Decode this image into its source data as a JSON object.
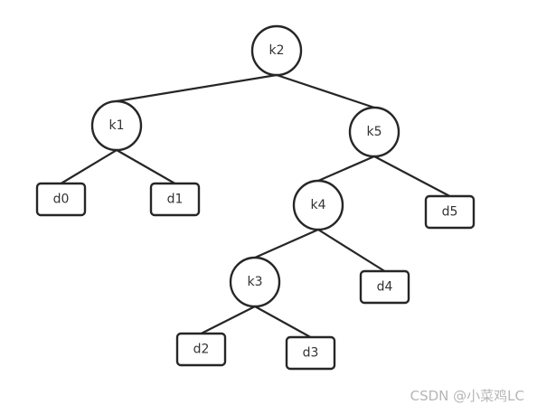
{
  "tree": {
    "keys": [
      {
        "id": "k1",
        "label": "k1"
      },
      {
        "id": "k2",
        "label": "k2"
      },
      {
        "id": "k3",
        "label": "k3"
      },
      {
        "id": "k4",
        "label": "k4"
      },
      {
        "id": "k5",
        "label": "k5"
      }
    ],
    "dummies": [
      {
        "id": "d0",
        "label": "d0"
      },
      {
        "id": "d1",
        "label": "d1"
      },
      {
        "id": "d2",
        "label": "d2"
      },
      {
        "id": "d3",
        "label": "d3"
      },
      {
        "id": "d4",
        "label": "d4"
      },
      {
        "id": "d5",
        "label": "d5"
      }
    ],
    "edges": [
      {
        "from": "k2",
        "to": "k1"
      },
      {
        "from": "k2",
        "to": "k5"
      },
      {
        "from": "k1",
        "to": "d0"
      },
      {
        "from": "k1",
        "to": "d1"
      },
      {
        "from": "k5",
        "to": "k4"
      },
      {
        "from": "k5",
        "to": "d5"
      },
      {
        "from": "k4",
        "to": "k3"
      },
      {
        "from": "k4",
        "to": "d4"
      },
      {
        "from": "k3",
        "to": "d2"
      },
      {
        "from": "k3",
        "to": "d3"
      }
    ]
  },
  "watermark": "CSDN @小菜鸡LC"
}
